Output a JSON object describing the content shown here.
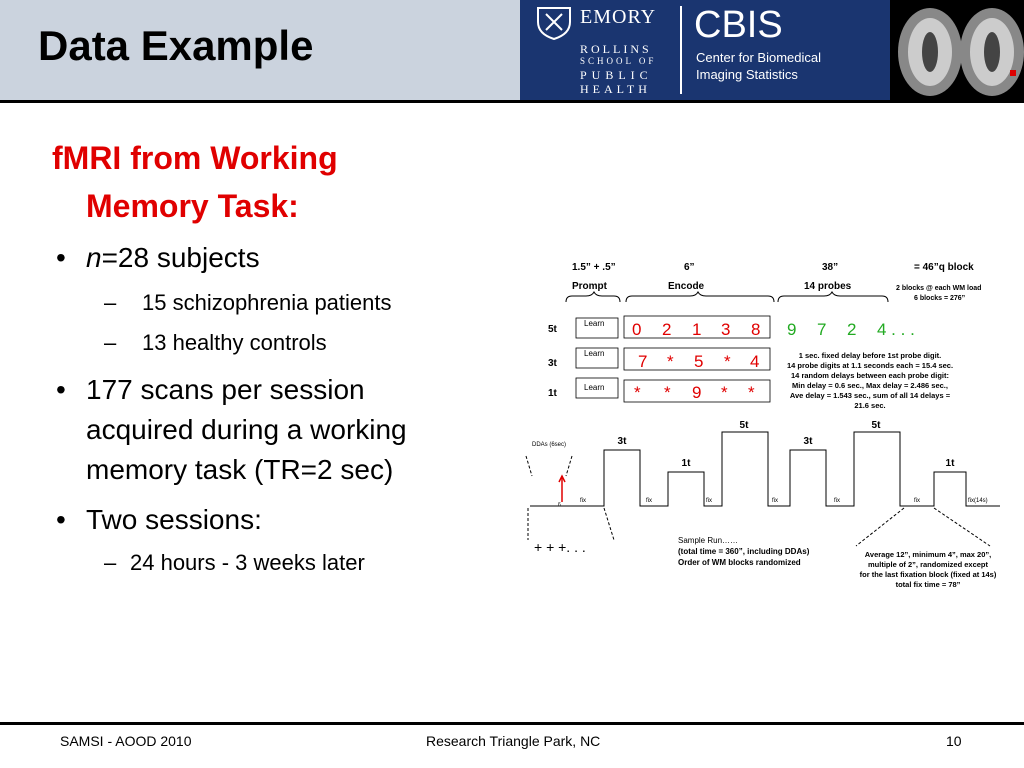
{
  "header": {
    "title": "Data Example",
    "logo_emory": "EMORY",
    "logo_rollins": [
      "ROLLINS",
      "SCHOOL OF",
      "PUBLIC",
      "HEALTH"
    ],
    "logo_cbis": "CBIS",
    "logo_cbis_sub1": "Center for Biomedical",
    "logo_cbis_sub2": "Imaging Statistics"
  },
  "content": {
    "heading_line1": "fMRI from Working",
    "heading_line2": "Memory Task:",
    "b1_italic": "n",
    "b1_rest": "=28 subjects",
    "b1_sub1": "15 schizophrenia patients",
    "b1_sub2": "13 healthy controls",
    "b2_line1": "177 scans per session",
    "b2_line2": "acquired during a working",
    "b2_line3": "memory task (TR=2 sec)",
    "b3": "Two sessions:",
    "b3_sub1": "24 hours - 3 weeks later",
    "bullet": "•",
    "dash": "–"
  },
  "diagram": {
    "t_prompt_time": "1.5” + .5”",
    "t_prompt": "Prompt",
    "t_encode_time": "6”",
    "t_encode": "Encode",
    "t_probe_time": "38”",
    "t_probe": "14 probes",
    "t_block": "=  46”q block",
    "t_block_note1": "2 blocks @ each WM load",
    "t_block_note2": "6 blocks = 276”",
    "row_labels": [
      "5t",
      "3t",
      "1t"
    ],
    "learn": "Learn",
    "row5_red": [
      "0",
      "2",
      "1",
      "3",
      "8"
    ],
    "row5_green": [
      "9",
      "7",
      "2",
      "4 . . ."
    ],
    "row3_red": [
      "7",
      "*",
      "5",
      "*",
      "4"
    ],
    "row1_red": [
      "*",
      "*",
      "9",
      "*",
      "*"
    ],
    "probe_note": [
      "1 sec. fixed delay before 1st probe digit.",
      "14 probe digits at 1.1 seconds each = 15.4 sec.",
      "14 random delays between each probe digit:",
      "Min delay = 0.6 sec., Max delay = 2.486 sec.,",
      "Ave delay = 1.543 sec., sum of all 14 delays =",
      "21.6 sec."
    ],
    "ddas": "DDAs (6sec)",
    "six": "6",
    "block_labels": [
      "3t",
      "1t",
      "5t",
      "3t",
      "5t",
      "1t"
    ],
    "fix": "fix",
    "fix_last": "fix(14s)",
    "plus": "+   +   +. . .",
    "sample": [
      "Sample Run……",
      "(total time = 360”, including DDAs)",
      "Order of WM blocks randomized"
    ],
    "avg_note": [
      "Average 12”, minimum 4”, max 20”,",
      "multiple of 2”, randomized except",
      "for the last fixation block (fixed at 14s)",
      "total fix time = 78”"
    ],
    "colors": {
      "red": "#e00000",
      "green": "#22aa22",
      "heading": "#e00000"
    }
  },
  "footer": {
    "left": "SAMSI - AOOD 2010",
    "center": "Research Triangle Park, NC",
    "page": "10"
  }
}
